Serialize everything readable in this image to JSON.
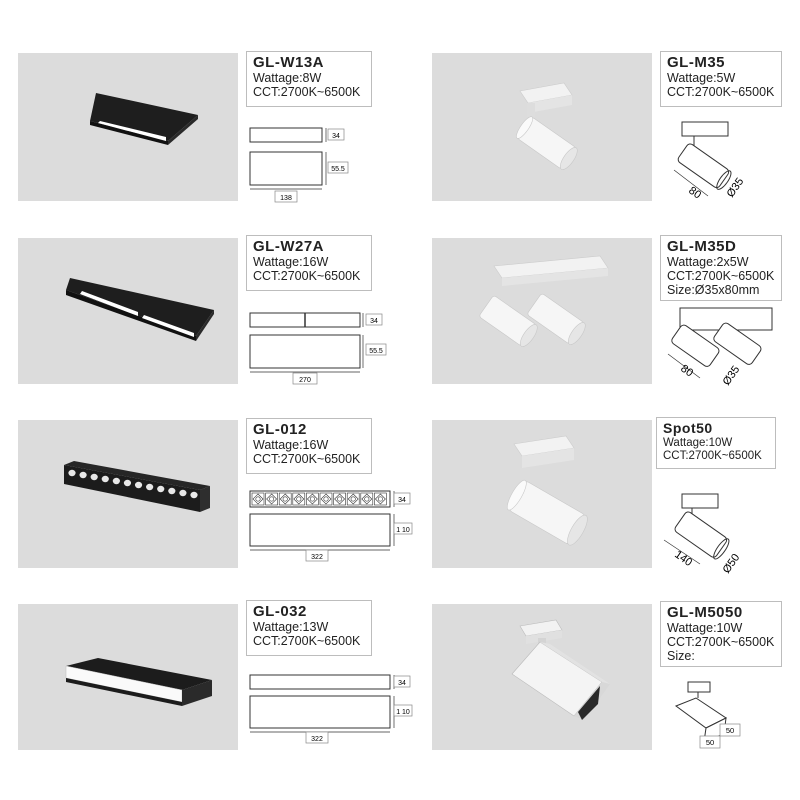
{
  "products": [
    {
      "name": "GL-W13A",
      "wattage": "Wattage:8W",
      "cct": "CCT:2700K~6500K",
      "dims": [
        "34",
        "55.5",
        "138"
      ]
    },
    {
      "name": "GL-M35",
      "wattage": "Wattage:5W",
      "cct": "CCT:2700K~6500K",
      "dims": [
        "80",
        "Ø35"
      ]
    },
    {
      "name": "GL-W27A",
      "wattage": "Wattage:16W",
      "cct": "CCT:2700K~6500K",
      "dims": [
        "34",
        "55.5",
        "270"
      ]
    },
    {
      "name": "GL-M35D",
      "wattage": "Wattage:2x5W",
      "cct": "CCT:2700K~6500K",
      "size": "Size:Ø35x80mm",
      "dims": [
        "80",
        "Ø35"
      ]
    },
    {
      "name": "GL-012",
      "wattage": "Wattage:16W",
      "cct": "CCT:2700K~6500K",
      "dims": [
        "34",
        "1 10",
        "322"
      ]
    },
    {
      "name": "Spot50",
      "wattage": "Wattage:10W",
      "cct": "CCT:2700K~6500K",
      "dims": [
        "140",
        "Ø50"
      ]
    },
    {
      "name": "GL-032",
      "wattage": "Wattage:13W",
      "cct": "CCT:2700K~6500K",
      "dims": [
        "34",
        "1 10",
        "322"
      ]
    },
    {
      "name": "GL-M5050",
      "wattage": "Wattage:10W",
      "cct": "CCT:2700K~6500K",
      "size": "Size:",
      "dims": [
        "50",
        "50"
      ]
    }
  ]
}
